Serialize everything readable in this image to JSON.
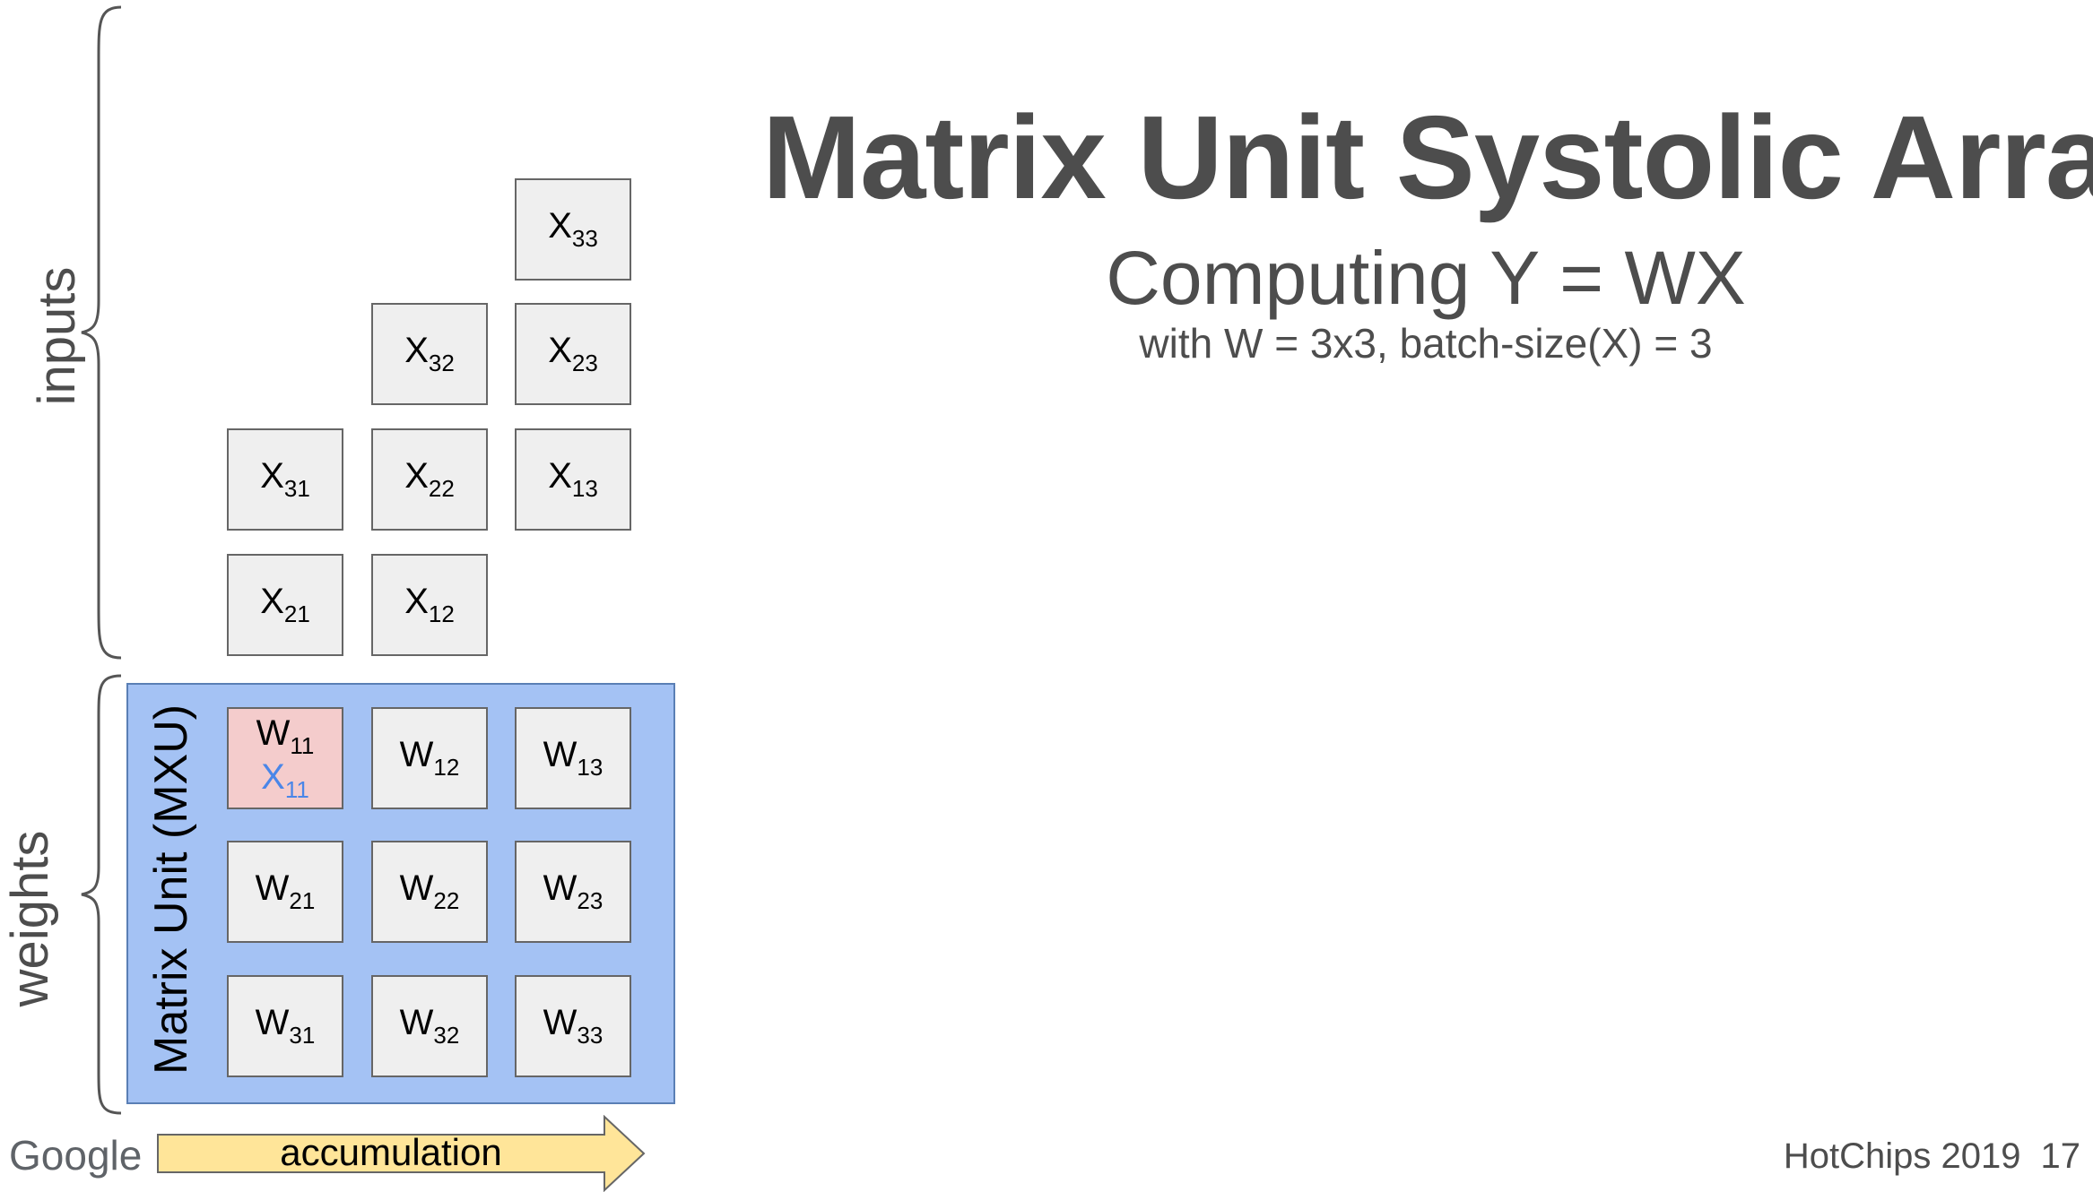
{
  "title": "Matrix Unit Systolic Array",
  "subtitle": "Computing Y = WX",
  "subsubtitle": "with W = 3x3, batch-size(X) = 3",
  "labels": {
    "inputs": "inputs",
    "weights": "weights",
    "mxu": "Matrix Unit (MXU)",
    "accumulation": "accumulation"
  },
  "inputs": {
    "x33": {
      "sym": "X",
      "sub": "33"
    },
    "x32": {
      "sym": "X",
      "sub": "32"
    },
    "x23": {
      "sym": "X",
      "sub": "23"
    },
    "x31": {
      "sym": "X",
      "sub": "31"
    },
    "x22": {
      "sym": "X",
      "sub": "22"
    },
    "x13": {
      "sym": "X",
      "sub": "13"
    },
    "x21": {
      "sym": "X",
      "sub": "21"
    },
    "x12": {
      "sym": "X",
      "sub": "12"
    }
  },
  "weights": {
    "w11": {
      "sym": "W",
      "sub": "11",
      "overlay_sym": "X",
      "overlay_sub": "11"
    },
    "w12": {
      "sym": "W",
      "sub": "12"
    },
    "w13": {
      "sym": "W",
      "sub": "13"
    },
    "w21": {
      "sym": "W",
      "sub": "21"
    },
    "w22": {
      "sym": "W",
      "sub": "22"
    },
    "w23": {
      "sym": "W",
      "sub": "23"
    },
    "w31": {
      "sym": "W",
      "sub": "31"
    },
    "w32": {
      "sym": "W",
      "sub": "32"
    },
    "w33": {
      "sym": "W",
      "sub": "33"
    }
  },
  "footer": {
    "brand": "Google",
    "event": "HotChips 2019",
    "page": "17"
  },
  "colors": {
    "mxu_fill": "#a4c2f4",
    "active_cell": "#f4cccc",
    "cell_fill": "#efefef",
    "overlay_text": "#4a86e8",
    "arrow_fill": "#ffe599"
  }
}
